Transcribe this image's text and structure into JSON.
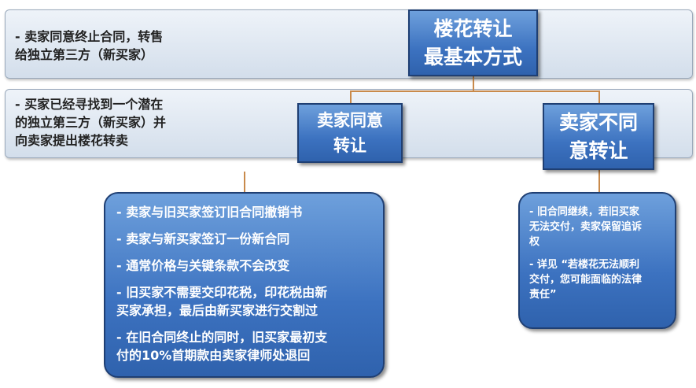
{
  "bands": [
    {
      "text": "-  卖家同意终止合同，转售\n给独立第三方（新买家）"
    },
    {
      "text": "-  买家已经寻找到一个潜在\n的独立第三方（新买家）并\n向卖家提出楼花转卖"
    }
  ],
  "root": {
    "line1": "楼花转让",
    "line2": "最基本方式"
  },
  "branch_left": {
    "line1": "卖家同意",
    "line2": "转让"
  },
  "branch_right": {
    "line1": "卖家不同",
    "line2": "意转让"
  },
  "left_details": [
    "-  卖家与旧买家签订旧合同撤销书",
    "-  卖家与新买家签订一份新合同",
    "-  通常价格与关键条款不会改变",
    "-  旧买家不需要交印花税，印花税由新\n买家承担，最后由新买家进行交割过",
    "-  在旧合同终止的同时，旧买家最初支\n付的10%首期款由卖家律师处退回"
  ],
  "right_details": [
    "-  旧合同继续，若旧买家\n无法交付，卖家保留追诉\n权",
    "-  详见 “若楼花无法顺利\n交付，您可能面临的法律\n责任”"
  ]
}
